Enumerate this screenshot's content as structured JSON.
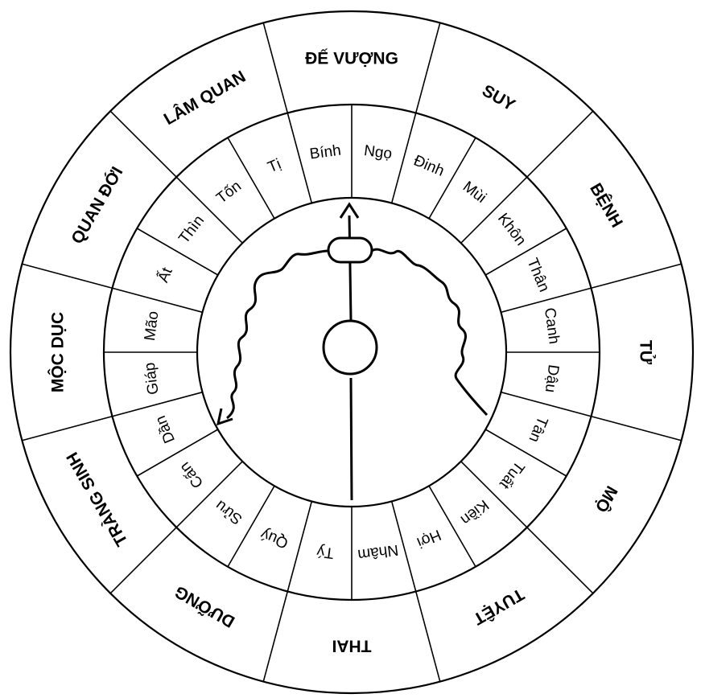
{
  "outer_ring": [
    {
      "label": "ĐẾ VƯỢNG"
    },
    {
      "label": "SUY"
    },
    {
      "label": "BỆNH"
    },
    {
      "label": "TỬ"
    },
    {
      "label": "MỘ"
    },
    {
      "label": "TUYỆT"
    },
    {
      "label": "THAI"
    },
    {
      "label": "DƯỠNG"
    },
    {
      "label": "TRÀNG SINH"
    },
    {
      "label": "MỘC DỤC"
    },
    {
      "label": "QUAN ĐỚI"
    },
    {
      "label": "LÂM QUAN"
    }
  ],
  "inner_ring": [
    {
      "label": "Ngọ"
    },
    {
      "label": "Đinh"
    },
    {
      "label": "Mùi"
    },
    {
      "label": "Khôn"
    },
    {
      "label": "Thân"
    },
    {
      "label": "Canh"
    },
    {
      "label": "Dậu"
    },
    {
      "label": "Tân"
    },
    {
      "label": "Tuất"
    },
    {
      "label": "Kiền"
    },
    {
      "label": "Hợi"
    },
    {
      "label": "Nhâm"
    },
    {
      "label": "Tý"
    },
    {
      "label": "Quý"
    },
    {
      "label": "Sửu"
    },
    {
      "label": "Cấn"
    },
    {
      "label": "Dần"
    },
    {
      "label": "Giáp"
    },
    {
      "label": "Mão"
    },
    {
      "label": "Ất"
    },
    {
      "label": "Thìn"
    },
    {
      "label": "Tốn"
    },
    {
      "label": "Tị"
    },
    {
      "label": "Bính"
    }
  ]
}
